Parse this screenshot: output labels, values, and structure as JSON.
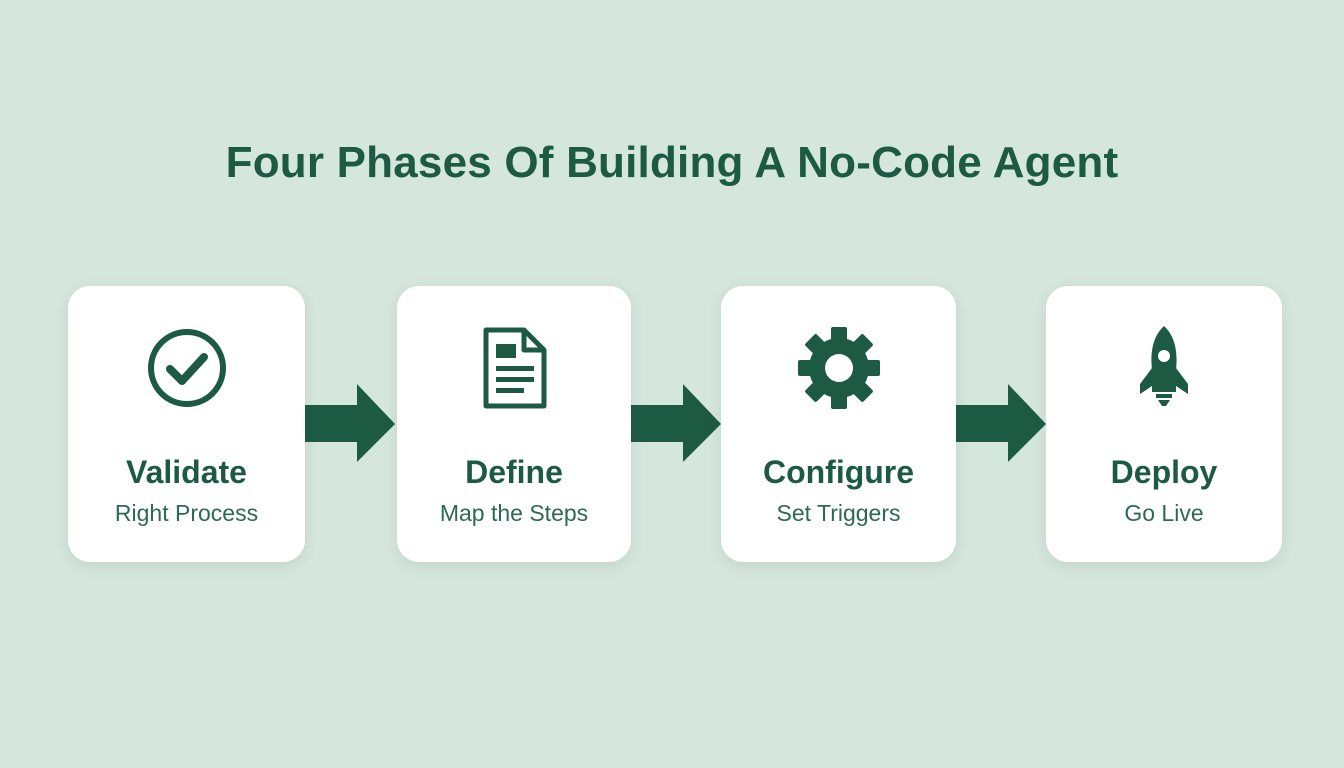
{
  "title": "Four Phases Of Building A No-Code Agent",
  "colors": {
    "background": "#d5e6dc",
    "accent": "#1c5a44",
    "card": "#ffffff"
  },
  "phases": [
    {
      "title": "Validate",
      "subtitle": "Right Process",
      "icon": "checkmark-circle-icon"
    },
    {
      "title": "Define",
      "subtitle": "Map the Steps",
      "icon": "document-icon"
    },
    {
      "title": "Configure",
      "subtitle": "Set Triggers",
      "icon": "gear-icon"
    },
    {
      "title": "Deploy",
      "subtitle": "Go Live",
      "icon": "rocket-icon"
    }
  ]
}
